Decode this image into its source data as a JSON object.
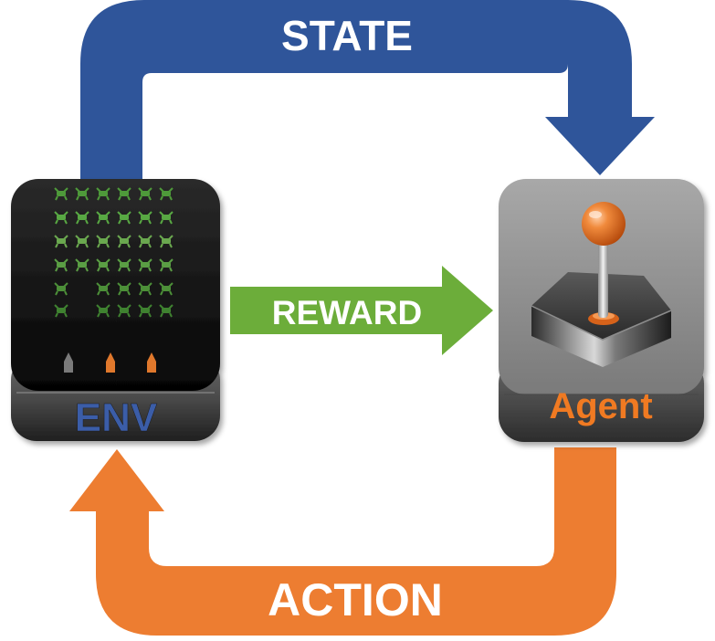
{
  "labels": {
    "state": "STATE",
    "reward": "REWARD",
    "action": "ACTION",
    "env": "ENV",
    "agent": "Agent"
  },
  "colors": {
    "state_arrow": "#2f559a",
    "reward_arrow": "#6cad3a",
    "action_arrow": "#ed7d31",
    "env_label_text": "#3b5da8",
    "agent_label_text": "#f07a22",
    "arrow_text": "#ffffff"
  },
  "icons": {
    "env": "space-invaders-screen-icon",
    "agent": "joystick-icon"
  }
}
